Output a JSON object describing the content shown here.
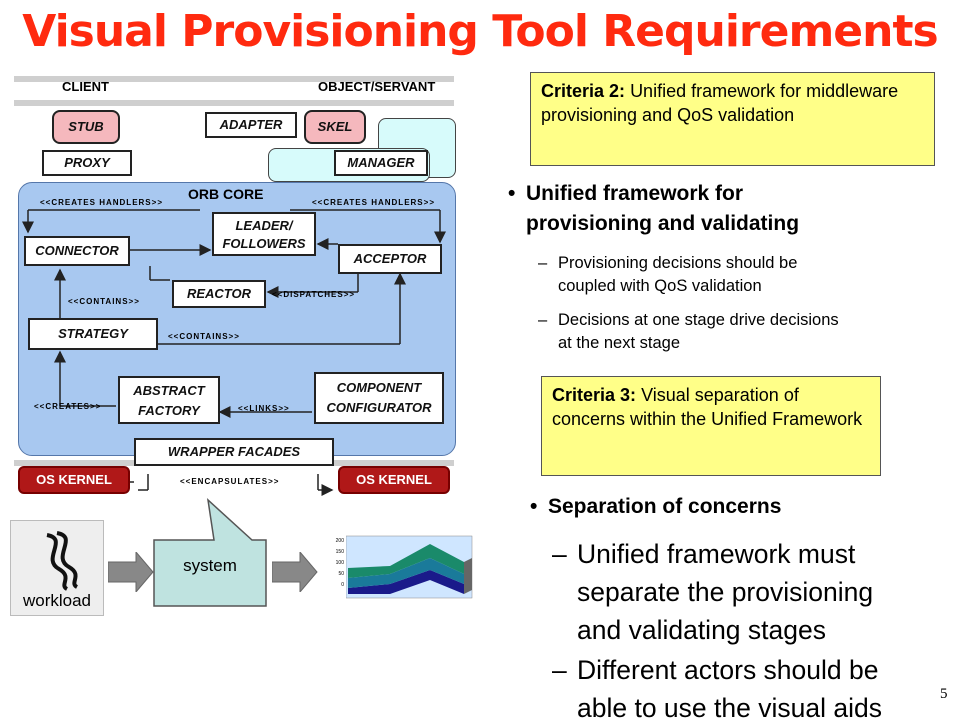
{
  "slide": {
    "title": "Visual Provisioning Tool Requirements",
    "page_number": "5"
  },
  "diagram": {
    "client": "CLIENT",
    "object_servant": "OBJECT/SERVANT",
    "stub": "STUB",
    "adapter": "ADAPTER",
    "skel": "SKEL",
    "proxy": "PROXY",
    "manager": "MANAGER",
    "orb_core": "ORB CORE",
    "creates_handlers_left": "<<CREATES HANDLERS>>",
    "creates_handlers_right": "<<CREATES HANDLERS>>",
    "leader_followers": "LEADER/ FOLLOWERS",
    "connector": "CONNECTOR",
    "acceptor": "ACCEPTOR",
    "reactor": "REACTOR",
    "dispatches": "<<DISPATCHES>>",
    "contains_top": "<<CONTAINS>>",
    "strategy": "STRATEGY",
    "contains_bottom": "<<CONTAINS>>",
    "abstract_factory": "ABSTRACT FACTORY",
    "component_configurator": "COMPONENT CONFIGURATOR",
    "creates": "<<CREATES>>",
    "links": "<<LINKS>>",
    "wrapper_facades": "WRAPPER FACADES",
    "os_kernel_left": "OS KERNEL",
    "os_kernel_right": "OS KERNEL",
    "encapsulates": "<<ENCAPSULATES>>"
  },
  "workflow": {
    "workload": "workload",
    "system": "system",
    "chart_ticks": [
      "200",
      "150",
      "100",
      "50",
      "0"
    ]
  },
  "criteria2": {
    "label": "Criteria 2:",
    "text": "Unified framework for middleware provisioning and QoS validation"
  },
  "bullet1": {
    "title_line1": "Unified framework for",
    "title_line2": "provisioning and validating",
    "sub1_line1": "Provisioning decisions should be",
    "sub1_line2": "coupled with QoS validation",
    "sub2_line1": "Decisions at one stage drive decisions",
    "sub2_line2": "at the next stage"
  },
  "criteria3": {
    "label": "Criteria 3:",
    "text": "Visual separation of concerns within the Unified Framework"
  },
  "bullet2": {
    "title": "Separation of concerns",
    "sub1_line1": "Unified framework must",
    "sub1_line2": "separate the provisioning",
    "sub1_line3": "and validating stages",
    "sub2_line1": "Different actors should be",
    "sub2_line2": "able to use the visual aids"
  },
  "colors": {
    "title": "#ff2a0f",
    "orb_core_bg": "#a8c8f0",
    "pink": "#f5b8bd",
    "os_kernel": "#b01818",
    "callout": "#ffff88",
    "system_callout": "#bfe3e0"
  }
}
